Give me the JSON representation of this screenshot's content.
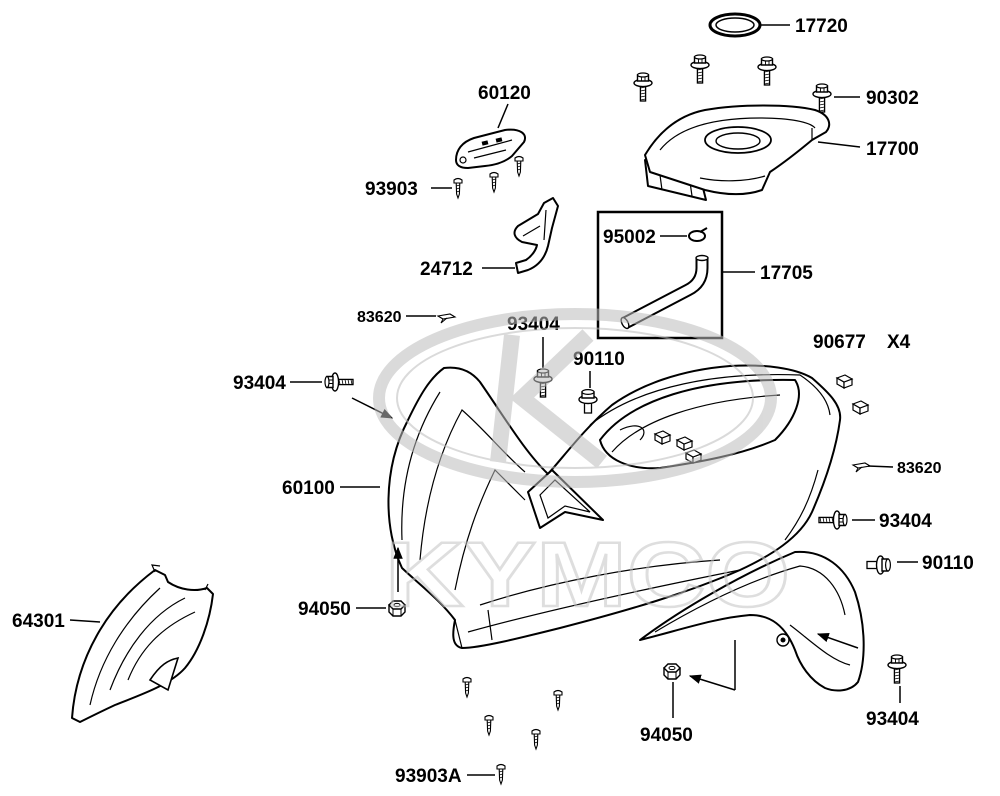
{
  "callouts": [
    "17720",
    "90302",
    "60120",
    "17700",
    "93903",
    "95002",
    "24712",
    "17705",
    "83620",
    "93404",
    "90110",
    "90677",
    "93404",
    "60100",
    "83620",
    "93404",
    "90110",
    "64301",
    "94050",
    "94050",
    "93404",
    "93903A"
  ],
  "quantity_note": "X4",
  "watermark": "KYMCO"
}
